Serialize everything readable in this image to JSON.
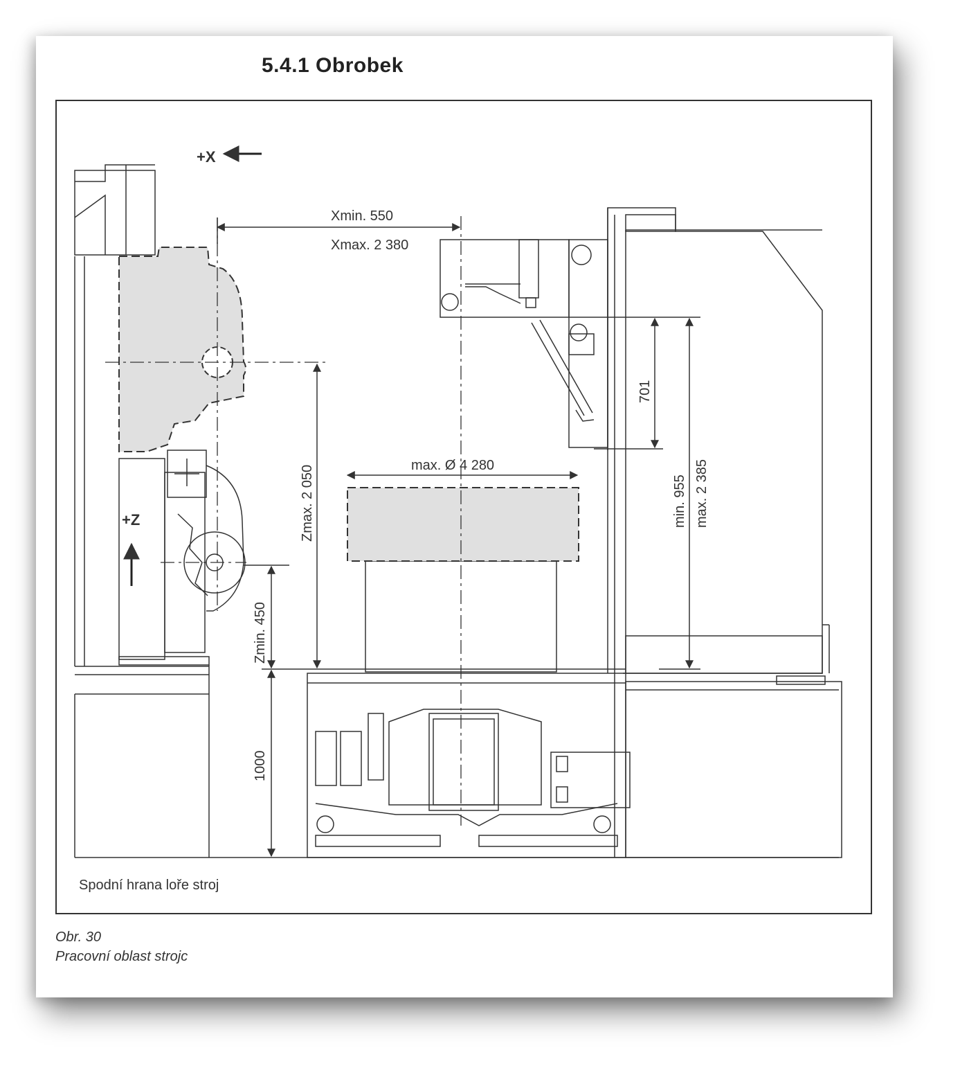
{
  "section_title": "5.4.1   Obrobek",
  "axis_labels": {
    "x_axis": "+X",
    "z_axis": "+Z"
  },
  "dimensions": {
    "xmin": "Xmin. 550",
    "xmax": "Xmax. 2 380",
    "zmax": "Zmax. 2 050",
    "zmin": "Zmin. 450",
    "table_diameter": "max. Ø 4 280",
    "height_701": "701",
    "min_955": "min. 955",
    "max_2385": "max. 2 385",
    "height_1000": "1000"
  },
  "bottom_label": "Spodní hrana loře stroj",
  "caption": {
    "number": "Obr. 30",
    "text": "Pracovní oblast strojc"
  },
  "colors": {
    "line": "#333333",
    "shade": "#e0e0e0",
    "shadow": "#000000"
  }
}
